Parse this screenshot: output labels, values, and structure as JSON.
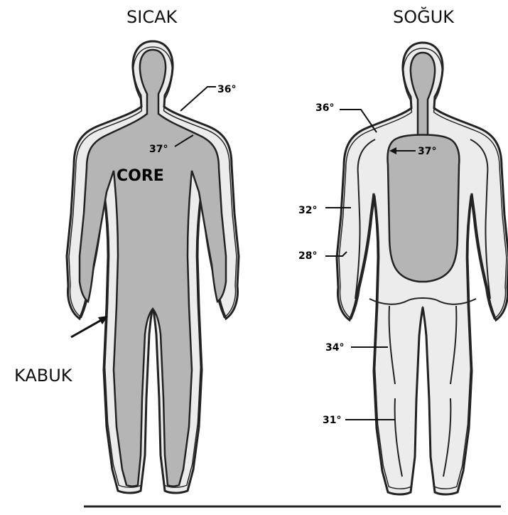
{
  "titles": {
    "warm": "SICAK",
    "cold": "SOĞUK"
  },
  "shell_label": "KABUK",
  "core_label": "CORE",
  "warm_temps": {
    "shell": "36°",
    "core": "37°"
  },
  "cold_temps": {
    "shoulder": "36°",
    "core": "37°",
    "upper_arm": "32°",
    "forearm": "28°",
    "thigh": "34°",
    "calf": "31°"
  },
  "colors": {
    "core": "#b5b5b5",
    "shell": "#ececec",
    "outline": "#222222",
    "background": "#ffffff"
  }
}
